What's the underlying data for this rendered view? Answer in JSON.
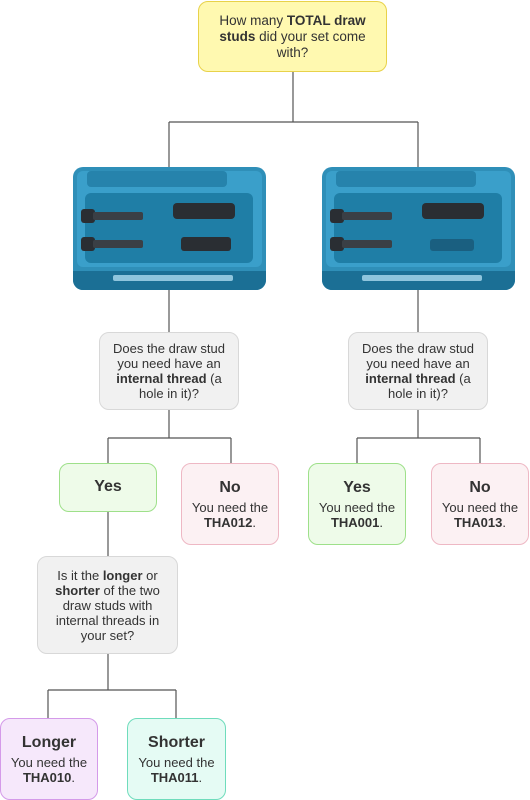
{
  "top": {
    "pre": "How many ",
    "bold": "TOTAL draw studs",
    "post": " did your set come with?"
  },
  "branches": [
    {
      "photo": "tool-case-4-studs",
      "question": {
        "pre": "Does the draw stud you need have an ",
        "bold": "internal thread",
        "post": " (a hole in it)?"
      },
      "yes": {
        "title": "Yes"
      },
      "no": {
        "title": "No",
        "pre": "You need the ",
        "code": "THA012",
        "post": "."
      }
    },
    {
      "photo": "tool-case-3-studs",
      "question": {
        "pre": "Does the draw stud you need have an ",
        "bold": "internal thread",
        "post": " (a hole in it)?"
      },
      "yes": {
        "title": "Yes",
        "pre": "You need the ",
        "code": "THA001",
        "post": "."
      },
      "no": {
        "title": "No",
        "pre": "You need the ",
        "code": "THA013",
        "post": "."
      }
    }
  ],
  "followup": {
    "pre1": "Is it the ",
    "bold1": "longer",
    "mid": " or ",
    "bold2": "shorter",
    "post": " of the two draw studs with internal threads in your set?"
  },
  "longer": {
    "title": "Longer",
    "pre": "You need the ",
    "code": "THA010",
    "post": "."
  },
  "shorter": {
    "title": "Shorter",
    "pre": "You need the ",
    "code": "THA011",
    "post": "."
  },
  "colors": {
    "connector": "#555555",
    "case_blue": "#2f8fb8",
    "stud_dark": "#2a2e33"
  }
}
